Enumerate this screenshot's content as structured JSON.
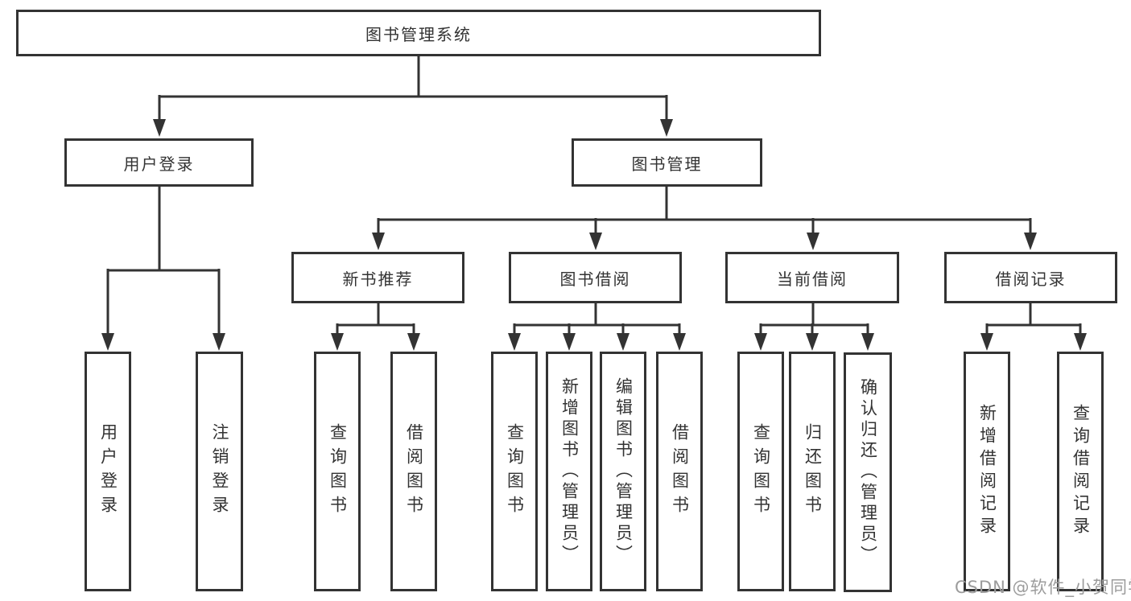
{
  "diagram": {
    "title_node": {
      "label": "图书管理系统"
    },
    "level2": [
      {
        "id": "user-login",
        "label": "用户登录"
      },
      {
        "id": "book-management",
        "label": "图书管理"
      }
    ],
    "level3": [
      {
        "id": "new-book-recommend",
        "parent": "图书管理",
        "label": "新书推荐"
      },
      {
        "id": "book-borrowing",
        "parent": "图书管理",
        "label": "图书借阅"
      },
      {
        "id": "current-borrowing",
        "parent": "图书管理",
        "label": "当前借阅"
      },
      {
        "id": "borrowing-records",
        "parent": "图书管理",
        "label": "借阅记录"
      }
    ],
    "leaves": [
      {
        "id": "user-login-leaf",
        "parent": "用户登录",
        "label": "用户登录"
      },
      {
        "id": "logout",
        "parent": "用户登录",
        "label": "注销登录"
      },
      {
        "id": "query-books-recommend",
        "parent": "新书推荐",
        "label": "查询图书"
      },
      {
        "id": "borrow-books-recommend",
        "parent": "新书推荐",
        "label": "借阅图书"
      },
      {
        "id": "query-books-borrowing",
        "parent": "图书借阅",
        "label": "查询图书"
      },
      {
        "id": "add-books-admin",
        "parent": "图书借阅",
        "label": "新增图书（管理员）"
      },
      {
        "id": "edit-books-admin",
        "parent": "图书借阅",
        "label": "编辑图书（管理员）"
      },
      {
        "id": "borrow-books",
        "parent": "图书借阅",
        "label": "借阅图书"
      },
      {
        "id": "query-books-current",
        "parent": "当前借阅",
        "label": "查询图书"
      },
      {
        "id": "return-books",
        "parent": "当前借阅",
        "label": "归还图书"
      },
      {
        "id": "confirm-return-admin",
        "parent": "当前借阅",
        "label": "确认归还（管理员）"
      },
      {
        "id": "add-borrow-record",
        "parent": "借阅记录",
        "label": "新增借阅记录"
      },
      {
        "id": "query-borrow-record",
        "parent": "借阅记录",
        "label": "查询借阅记录"
      }
    ]
  },
  "watermark": {
    "text": "CSDN @软件_小贺同学"
  },
  "colors": {
    "line": "#333333",
    "box_border": "#333333",
    "box_fill": "#ffffff",
    "text": "#333333",
    "watermark": "#9c9c9c",
    "background": "#ffffff"
  }
}
